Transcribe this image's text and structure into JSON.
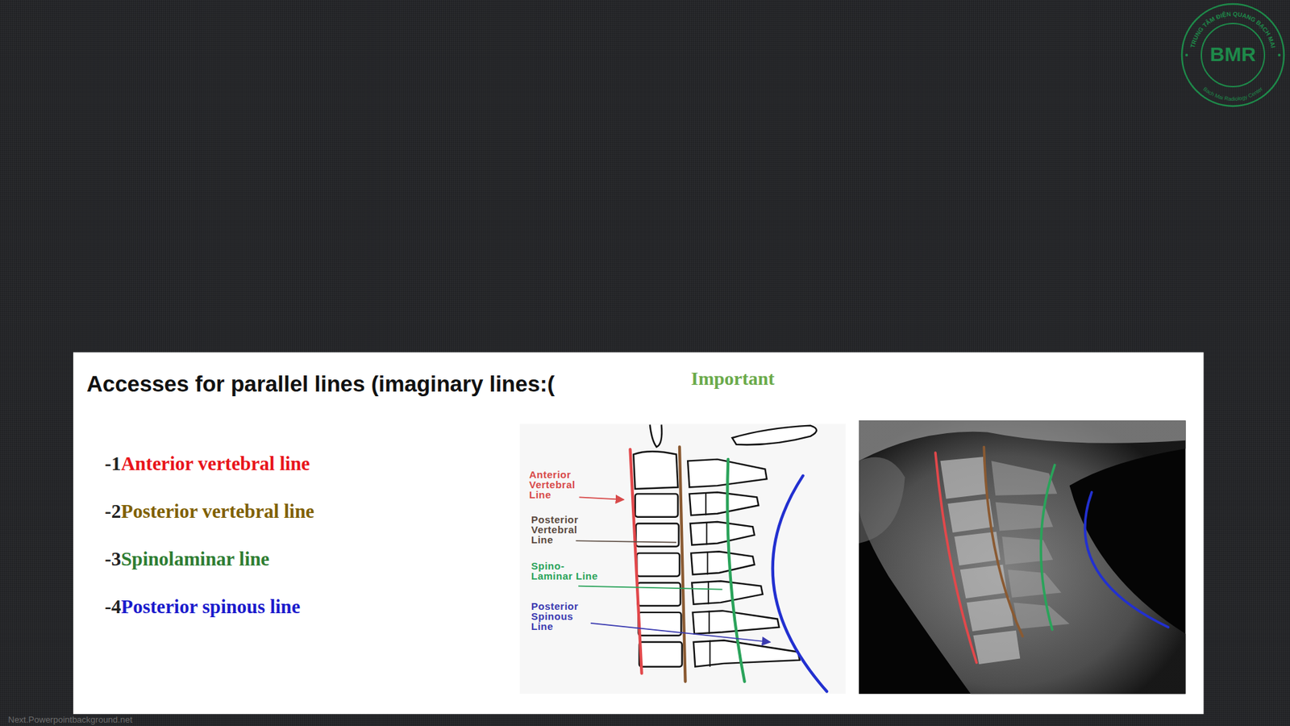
{
  "diagram": {
    "title": "Accesses for parallel lines (imaginary lines:(",
    "labels": [
      "Important",
      "-1",
      "Anterior vertebral line",
      "-2",
      "Posterior vertebral line",
      "-3",
      "Spinolaminar line",
      "-4",
      "Posterior spinous line",
      "Anterior Vertebral Line",
      "Posterior Vertebral Line",
      "Spino- Laminar Line",
      "Posterior Spinous Line",
      "BMR",
      "TRUNG TÂM ĐIỆN QUANG BẠCH MAI",
      "Bach Mai Radiology Center",
      "Next.Powerpointbackground.net"
    ]
  }
}
